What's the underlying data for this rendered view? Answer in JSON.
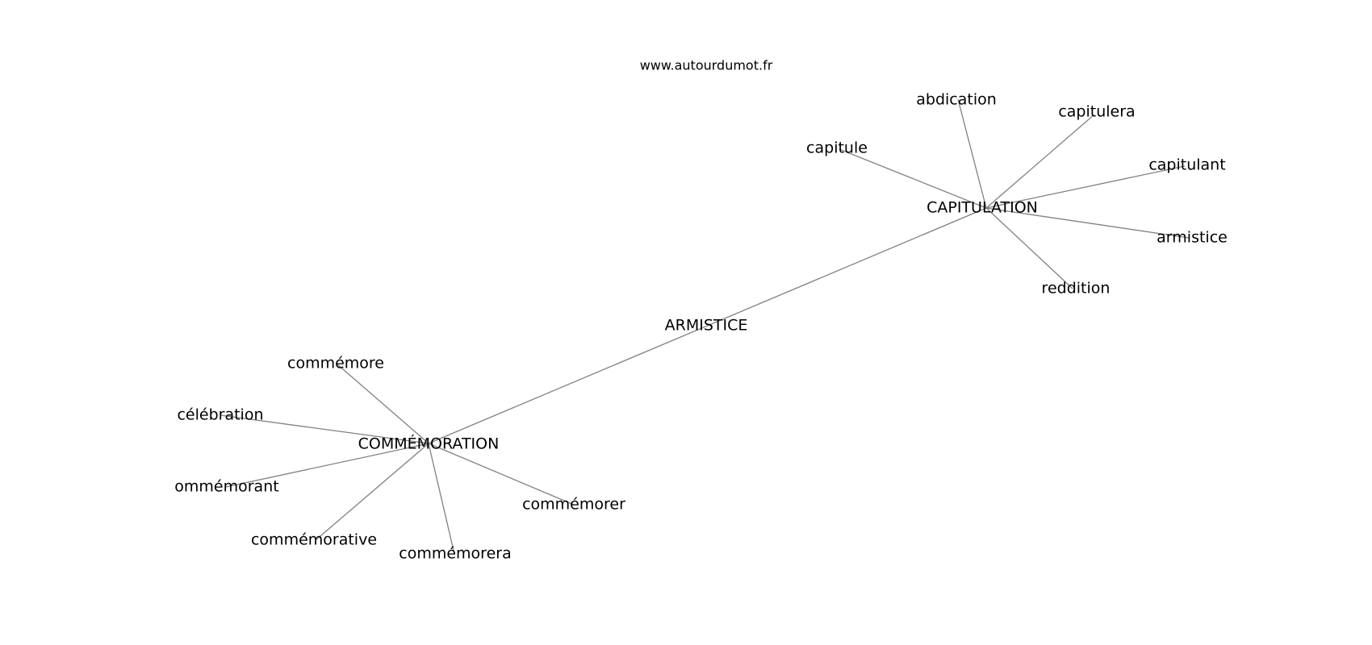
{
  "source": "www.autourdumot.fr",
  "colors": {
    "edge": "#808080",
    "text": "#000000",
    "background": "#ffffff"
  },
  "nodes": {
    "center": "ARMISTICE",
    "capitulation": "CAPITULATION",
    "commemoration": "COMMÉMORATION",
    "abdication": "abdication",
    "capitulera": "capitulera",
    "capitule": "capitule",
    "capitulant": "capitulant",
    "armistice": "armistice",
    "reddition": "reddition",
    "commemore": "commémore",
    "celebration": "célébration",
    "ommemorant": "ommémorant",
    "commemorative": "commémorative",
    "commemorera": "commémorera",
    "commemorer": "commémorer"
  }
}
